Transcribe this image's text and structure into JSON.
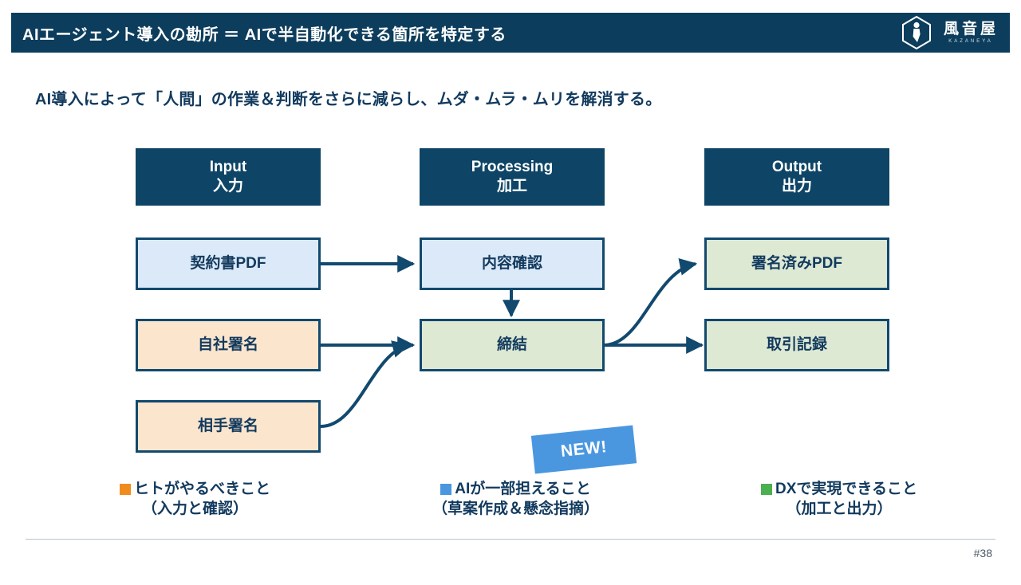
{
  "header": {
    "title": "AIエージェント導入の勘所 ＝ AIで半自動化できる箇所を特定する",
    "bar_color": "#0d3d5c",
    "logo": {
      "name": "風音屋",
      "romaji": "KAZANEYA"
    }
  },
  "subtitle": "AI導入によって「人間」の作業＆判断をさらに減らし、ムダ・ムラ・ムリを解消する。",
  "diagram": {
    "columns": [
      {
        "en": "Input",
        "jp": "入力"
      },
      {
        "en": "Processing",
        "jp": "加工"
      },
      {
        "en": "Output",
        "jp": "出力"
      }
    ],
    "nodes": [
      {
        "id": "keiyakusho-pdf",
        "label": "契約書PDF",
        "fill": "#dbe9f8",
        "category": "ai"
      },
      {
        "id": "jisha-shomei",
        "label": "自社署名",
        "fill": "#fbe5cd",
        "category": "human"
      },
      {
        "id": "aite-shomei",
        "label": "相手署名",
        "fill": "#fbe5cd",
        "category": "human"
      },
      {
        "id": "naiyo-kakunin",
        "label": "内容確認",
        "fill": "#dbe9f8",
        "category": "ai"
      },
      {
        "id": "teiketsu",
        "label": "締結",
        "fill": "#dde9d3",
        "category": "dx"
      },
      {
        "id": "shomeizumi-pdf",
        "label": "署名済みPDF",
        "fill": "#dde9d3",
        "category": "dx"
      },
      {
        "id": "torihiki-kiroku",
        "label": "取引記録",
        "fill": "#dde9d3",
        "category": "dx"
      }
    ],
    "edges": [
      {
        "from": "keiyakusho-pdf",
        "to": "naiyo-kakunin",
        "style": "straight"
      },
      {
        "from": "naiyo-kakunin",
        "to": "teiketsu",
        "style": "straight-down"
      },
      {
        "from": "jisha-shomei",
        "to": "teiketsu",
        "style": "straight"
      },
      {
        "from": "aite-shomei",
        "to": "teiketsu",
        "style": "curved"
      },
      {
        "from": "teiketsu",
        "to": "shomeizumi-pdf",
        "style": "curved"
      },
      {
        "from": "teiketsu",
        "to": "torihiki-kiroku",
        "style": "straight"
      }
    ],
    "badge": "NEW!",
    "badge_color": "#4a97e0",
    "border_color": "#12496e",
    "header_fill": "#0e4566"
  },
  "legend": [
    {
      "color": "#f08c1e",
      "line1": "ヒトがやるべきこと",
      "line2": "（入力と確認）"
    },
    {
      "color": "#4a97e0",
      "line1": "AIが一部担えること",
      "line2": "（草案作成＆懸念指摘）"
    },
    {
      "color": "#4caf50",
      "line1": "DXで実現できること",
      "line2": "（加工と出力）"
    }
  ],
  "footer": {
    "page": "#38"
  }
}
